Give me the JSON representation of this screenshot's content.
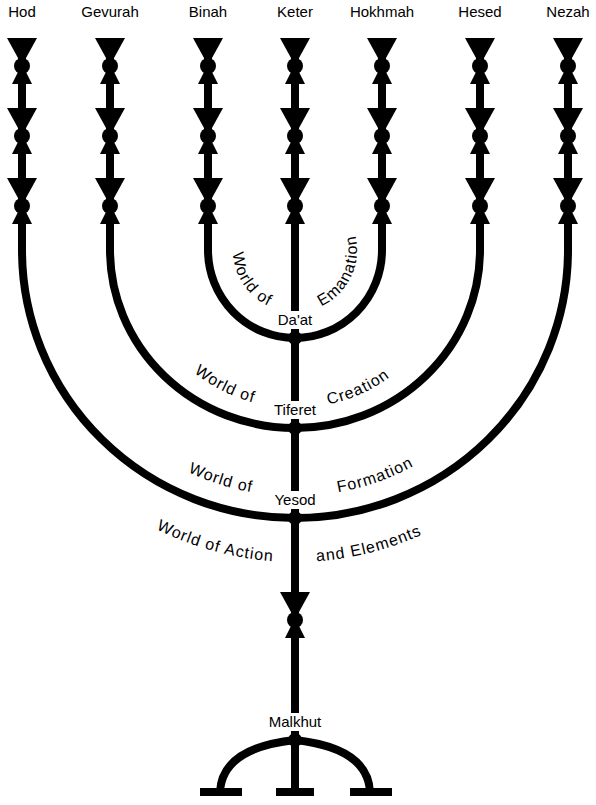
{
  "diagram": {
    "labels": [
      "Hod",
      "Gevurah",
      "Binah",
      "Keter",
      "Hokhmah",
      "Hesed",
      "Nezah",
      "World of",
      "Emanation",
      "Da'at",
      "World of",
      "Creation",
      "Tiferet",
      "World of",
      "Formation",
      "Yesod",
      "World of Action",
      "and Elements",
      "Malkhut"
    ]
  }
}
